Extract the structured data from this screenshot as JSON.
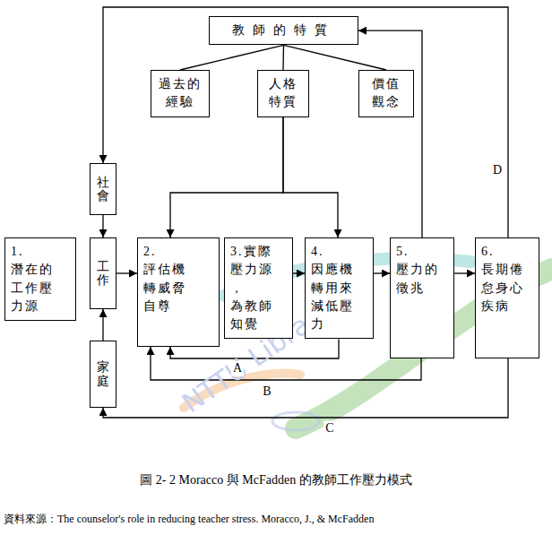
{
  "diagram": {
    "caption": "圖 2- 2 Moracco 與 McFadden 的教師工作壓力模式",
    "nodes": [
      {
        "text": [
          "教師的特質"
        ]
      },
      {
        "text": [
          "過去的 經驗"
        ]
      },
      {
        "text": [
          "人格 特質"
        ]
      },
      {
        "text": [
          "價值 觀念"
        ]
      },
      {
        "text": [
          "社會"
        ]
      },
      {
        "text": [
          "1.潛在的 工作壓 力源"
        ]
      },
      {
        "text": [
          "工作"
        ]
      },
      {
        "text": [
          "家庭"
        ]
      },
      {
        "text": [
          "2.評估機 轉威脅 自尊"
        ]
      },
      {
        "text": [
          "3.實際 壓力源 ，為教師 知覺"
        ]
      },
      {
        "text": [
          "4.因應機 轉用來 減低壓 力"
        ]
      },
      {
        "text": [
          "5.壓力的 徵兆"
        ]
      },
      {
        "text": [
          "6.長期倦 怠身心 疾病"
        ]
      }
    ],
    "edges": [
      {
        "from": 0,
        "to": 1,
        "arrow": "none"
      },
      {
        "from": 0,
        "to": 2,
        "arrow": "none"
      },
      {
        "from": 0,
        "to": 3,
        "arrow": "none"
      },
      {
        "from": 2,
        "to": 8,
        "arrow": "to"
      },
      {
        "from": 2,
        "to": 10,
        "arrow": "to"
      },
      {
        "from": 4,
        "to": 6,
        "arrow": "to"
      },
      {
        "from": 7,
        "to": 6,
        "arrow": "to"
      },
      {
        "from": 6,
        "to": 8,
        "arrow": "to"
      },
      {
        "from": 9,
        "to": 10,
        "arrow": "to"
      },
      {
        "from": 10,
        "to": 11,
        "arrow": "to"
      },
      {
        "from": 11,
        "to": 12,
        "arrow": "to"
      },
      {
        "from": 10,
        "to": 8,
        "arrow": "to",
        "label": "A"
      },
      {
        "from": 11,
        "to": 8,
        "arrow": "to",
        "label": "B"
      },
      {
        "from": 12,
        "to": 7,
        "arrow": "to",
        "label": "C"
      },
      {
        "from": 12,
        "to": 4,
        "arrow": "to",
        "label": "D"
      },
      {
        "from": 11,
        "to": 0,
        "arrow": "to"
      }
    ],
    "labels": [
      "NTTU Library",
      "資料來源：The counselor's role in reducing teacher stress. Moracco, J., & McFadden"
    ]
  }
}
